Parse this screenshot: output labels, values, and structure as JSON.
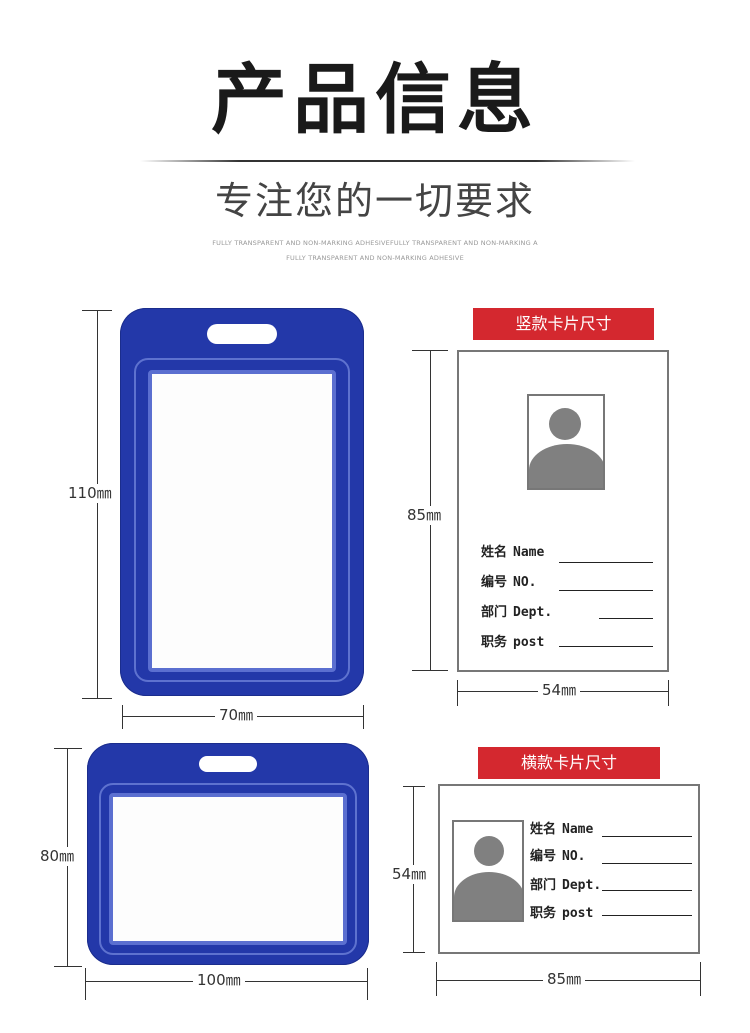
{
  "header": {
    "title": "产品信息",
    "subtitle": "专注您的一切要求",
    "tiny_line1": "FULLY TRANSPARENT AND NON-MARKING ADHESIVEFULLY TRANSPARENT AND NON-MARKING A",
    "tiny_line2": "FULLY TRANSPARENT AND NON-MARKING ADHESIVE"
  },
  "vertical_holder": {
    "height_label": "110㎜",
    "width_label": "70㎜"
  },
  "horizontal_holder": {
    "height_label": "80㎜",
    "width_label": "100㎜"
  },
  "vertical_card": {
    "label": "竖款卡片尺寸",
    "height_label": "85㎜",
    "width_label": "54㎜",
    "fields": [
      {
        "cn": "姓名",
        "en": "Name"
      },
      {
        "cn": "编号",
        "en": "NO."
      },
      {
        "cn": "部门",
        "en": "Dept."
      },
      {
        "cn": "职务",
        "en": "post"
      }
    ]
  },
  "horizontal_card": {
    "label": "横款卡片尺寸",
    "height_label": "54㎜",
    "width_label": "85㎜",
    "fields": [
      {
        "cn": "姓名",
        "en": "Name"
      },
      {
        "cn": "编号",
        "en": "NO."
      },
      {
        "cn": "部门",
        "en": "Dept."
      },
      {
        "cn": "职务",
        "en": "post"
      }
    ]
  },
  "colors": {
    "holder_blue": "#2338a9",
    "label_red": "#d4282f",
    "silhouette_gray": "#808080"
  }
}
